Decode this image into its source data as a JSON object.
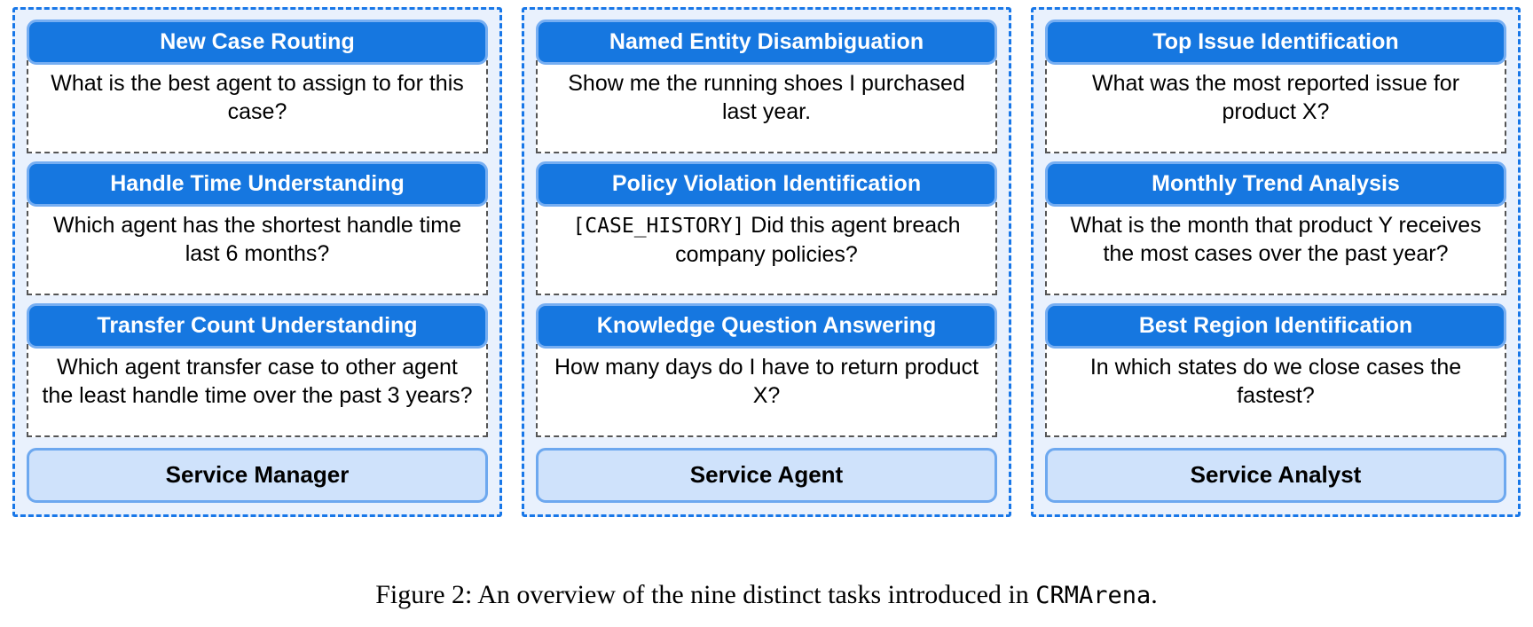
{
  "figure": {
    "caption_prefix": "Figure 2: An overview of the nine distinct tasks introduced in ",
    "caption_mono": "CRMArena",
    "caption_suffix": "."
  },
  "colors": {
    "header_blue": "#1677e0",
    "header_border_blue": "#76aef2",
    "column_dashed_border": "#1877e8",
    "column_background": "#e9f1fd",
    "footer_fill": "#cfe2fb",
    "footer_border": "#6da8ef",
    "question_border": "#555555",
    "question_fill": "#ffffff"
  },
  "columns": [
    {
      "role": "Service Manager",
      "tasks": [
        {
          "title": "New Case Routing",
          "question": "What is the best agent to assign to for this case?",
          "question_prefix_mono": "",
          "question_rest": "What is the best agent to assign to for this case?"
        },
        {
          "title": "Handle Time Understanding",
          "question": "Which agent has the shortest handle time last 6 months?",
          "question_prefix_mono": "",
          "question_rest": "Which agent has the shortest handle time last 6 months?"
        },
        {
          "title": "Transfer Count Understanding",
          "question": "Which agent transfer case to other agent the least handle time over the past 3 years?",
          "question_prefix_mono": "",
          "question_rest": "Which agent transfer case to other agent the least handle time over the past 3 years?"
        }
      ]
    },
    {
      "role": "Service Agent",
      "tasks": [
        {
          "title": "Named Entity Disambiguation",
          "question": "Show me the running shoes I purchased last year.",
          "question_prefix_mono": "",
          "question_rest": "Show me the running shoes I purchased last year."
        },
        {
          "title": "Policy Violation Identification",
          "question": "[CASE_HISTORY] Did this agent breach company policies?",
          "question_prefix_mono": "[CASE_HISTORY]",
          "question_rest": " Did this agent breach company policies?"
        },
        {
          "title": "Knowledge Question Answering",
          "question": "How many days do I have to return product X?",
          "question_prefix_mono": "",
          "question_rest": "How many days do I have to return product X?"
        }
      ]
    },
    {
      "role": "Service Analyst",
      "tasks": [
        {
          "title": "Top Issue Identification",
          "question": "What was the most reported issue for product X?",
          "question_prefix_mono": "",
          "question_rest": "What was the most reported issue for product X?"
        },
        {
          "title": "Monthly Trend Analysis",
          "question": "What is the month that product Y receives the most cases over the past year?",
          "question_prefix_mono": "",
          "question_rest": "What is the month that product Y receives the most cases over the past year?"
        },
        {
          "title": "Best Region Identification",
          "question": "In which states do we close cases the fastest?",
          "question_prefix_mono": "",
          "question_rest": "In which states do we close cases the fastest?"
        }
      ]
    }
  ]
}
